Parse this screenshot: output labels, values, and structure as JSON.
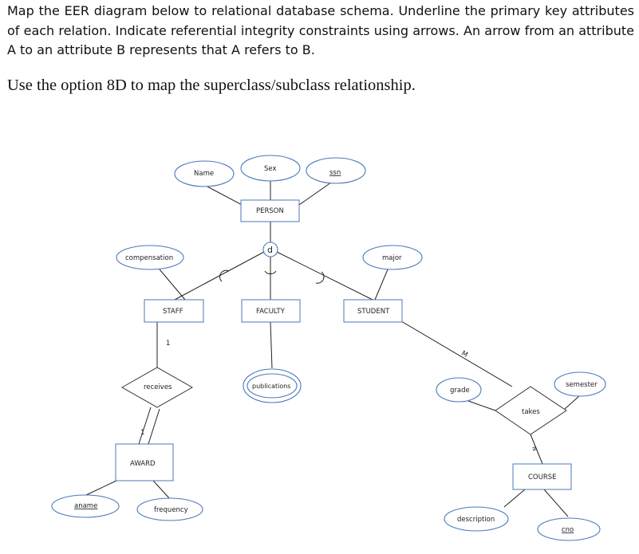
{
  "question": {
    "paragraph1": "Map the EER diagram below to relational database schema. Underline the primary key attributes of each relation. Indicate referential integrity constraints using arrows. An arrow from an attribute A to an attribute B represents that A refers to B.",
    "paragraph2": "Use the option 8D to map the superclass/subclass relationship."
  },
  "diagram": {
    "entities": {
      "person": "PERSON",
      "staff": "STAFF",
      "faculty": "FACULTY",
      "student": "STUDENT",
      "award": "AWARD",
      "course": "COURSE"
    },
    "attributes": {
      "name": "Name",
      "sex": "Sex",
      "ssn": "ssn",
      "compensation": "compensation",
      "major": "major",
      "publications": "publications",
      "grade": "grade",
      "semester": "semester",
      "aname": "aname",
      "frequency": "frequency",
      "description": "description",
      "cno": "cno"
    },
    "relationships": {
      "receives": "receives",
      "takes": "takes"
    },
    "disjoint_symbol": "d",
    "cardinalities": {
      "staff_receives": "1",
      "award_receives": "1",
      "student_takes": "M",
      "course_takes": "N"
    },
    "colors": {
      "shape_border": "#4a7ab8",
      "line": "#222222"
    }
  }
}
